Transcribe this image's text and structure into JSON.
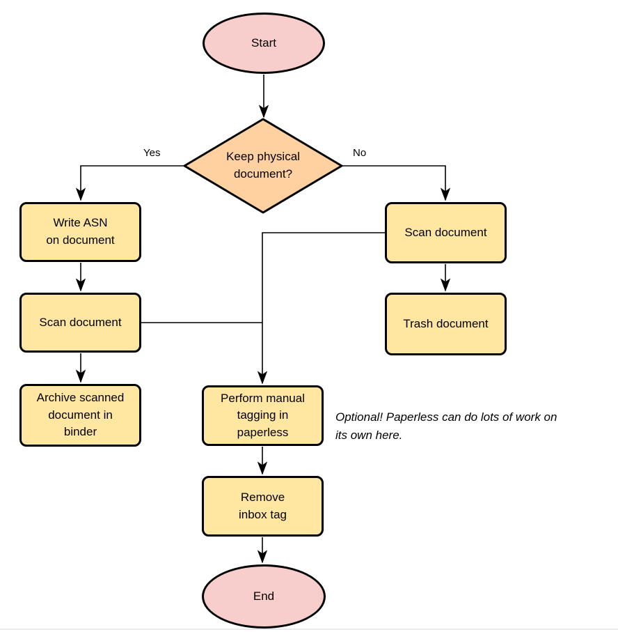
{
  "diagram": {
    "nodes": {
      "start": {
        "label": "Start",
        "type": "terminal"
      },
      "decision": {
        "label": "Keep physical\ndocument?",
        "type": "decision"
      },
      "write_asn": {
        "label": "Write ASN\non document",
        "type": "process"
      },
      "scan_left": {
        "label": "Scan document",
        "type": "process"
      },
      "archive": {
        "label": "Archive scanned\ndocument in\nbinder",
        "type": "process"
      },
      "scan_right": {
        "label": "Scan document",
        "type": "process"
      },
      "trash": {
        "label": "Trash document",
        "type": "process"
      },
      "perform_tagging": {
        "label": "Perform manual\ntagging in\npaperless",
        "type": "process"
      },
      "remove_inbox": {
        "label": "Remove\ninbox tag",
        "type": "process"
      },
      "end": {
        "label": "End",
        "type": "terminal"
      }
    },
    "edge_labels": {
      "yes": "Yes",
      "no": "No"
    },
    "annotation": "Optional! Paperless can do lots of work on\nits own here.",
    "colors": {
      "terminal_fill": "#f8cecc",
      "decision_fill": "#ffd1a1",
      "process_fill": "#ffe6a1",
      "stroke": "#000000",
      "background": "#ffffff"
    }
  }
}
